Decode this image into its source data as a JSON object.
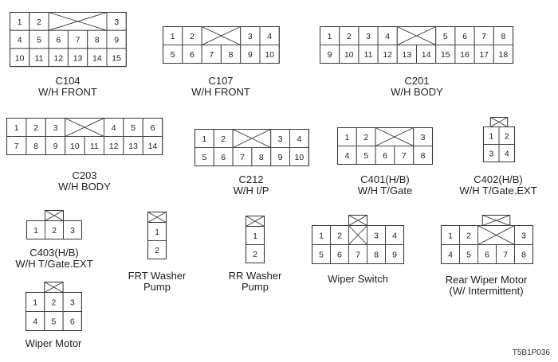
{
  "figure_code": "T5B1P036",
  "connectors": [
    {
      "id": "C104",
      "label_line1": "C104",
      "label_line2": "W/H FRONT",
      "cols": 6,
      "rows": 3,
      "top_lock": false,
      "cells": [
        {
          "r": 0,
          "c": 0,
          "t": "1"
        },
        {
          "r": 0,
          "c": 1,
          "t": "2"
        },
        {
          "r": 0,
          "c": 2,
          "w": 3,
          "x": true
        },
        {
          "r": 0,
          "c": 5,
          "t": "3"
        },
        {
          "r": 1,
          "c": 0,
          "t": "4"
        },
        {
          "r": 1,
          "c": 1,
          "t": "5"
        },
        {
          "r": 1,
          "c": 2,
          "t": "6"
        },
        {
          "r": 1,
          "c": 3,
          "t": "7"
        },
        {
          "r": 1,
          "c": 4,
          "t": "8"
        },
        {
          "r": 1,
          "c": 5,
          "t": "9"
        },
        {
          "r": 2,
          "c": 0,
          "t": "10"
        },
        {
          "r": 2,
          "c": 1,
          "t": "11"
        },
        {
          "r": 2,
          "c": 2,
          "t": "12"
        },
        {
          "r": 2,
          "c": 3,
          "t": "13"
        },
        {
          "r": 2,
          "c": 4,
          "t": "14"
        },
        {
          "r": 2,
          "c": 5,
          "t": "15"
        }
      ]
    },
    {
      "id": "C107",
      "label_line1": "C107",
      "label_line2": "W/H FRONT",
      "cols": 6,
      "rows": 2,
      "top_lock": false,
      "cells": [
        {
          "r": 0,
          "c": 0,
          "t": "1"
        },
        {
          "r": 0,
          "c": 1,
          "t": "2"
        },
        {
          "r": 0,
          "c": 2,
          "w": 2,
          "x": true
        },
        {
          "r": 0,
          "c": 4,
          "t": "3"
        },
        {
          "r": 0,
          "c": 5,
          "t": "4"
        },
        {
          "r": 1,
          "c": 0,
          "t": "5"
        },
        {
          "r": 1,
          "c": 1,
          "t": "6"
        },
        {
          "r": 1,
          "c": 2,
          "t": "7"
        },
        {
          "r": 1,
          "c": 3,
          "t": "8"
        },
        {
          "r": 1,
          "c": 4,
          "t": "9"
        },
        {
          "r": 1,
          "c": 5,
          "t": "10"
        }
      ]
    },
    {
      "id": "C201",
      "label_line1": "C201",
      "label_line2": "W/H BODY",
      "cols": 10,
      "rows": 2,
      "top_lock": false,
      "cells": [
        {
          "r": 0,
          "c": 0,
          "t": "1"
        },
        {
          "r": 0,
          "c": 1,
          "t": "2"
        },
        {
          "r": 0,
          "c": 2,
          "t": "3"
        },
        {
          "r": 0,
          "c": 3,
          "t": "4"
        },
        {
          "r": 0,
          "c": 4,
          "w": 2,
          "x": true
        },
        {
          "r": 0,
          "c": 6,
          "t": "5"
        },
        {
          "r": 0,
          "c": 7,
          "t": "6"
        },
        {
          "r": 0,
          "c": 8,
          "t": "7"
        },
        {
          "r": 0,
          "c": 9,
          "t": "8"
        },
        {
          "r": 1,
          "c": 0,
          "t": "9"
        },
        {
          "r": 1,
          "c": 1,
          "t": "10"
        },
        {
          "r": 1,
          "c": 2,
          "t": "11"
        },
        {
          "r": 1,
          "c": 3,
          "t": "12"
        },
        {
          "r": 1,
          "c": 4,
          "t": "13"
        },
        {
          "r": 1,
          "c": 5,
          "t": "14"
        },
        {
          "r": 1,
          "c": 6,
          "t": "15"
        },
        {
          "r": 1,
          "c": 7,
          "t": "16"
        },
        {
          "r": 1,
          "c": 8,
          "t": "17"
        },
        {
          "r": 1,
          "c": 9,
          "t": "18"
        }
      ]
    },
    {
      "id": "C203",
      "label_line1": "C203",
      "label_line2": "W/H BODY",
      "cols": 8,
      "rows": 2,
      "top_lock": false,
      "cells": [
        {
          "r": 0,
          "c": 0,
          "t": "1"
        },
        {
          "r": 0,
          "c": 1,
          "t": "2"
        },
        {
          "r": 0,
          "c": 2,
          "t": "3"
        },
        {
          "r": 0,
          "c": 3,
          "w": 2,
          "x": true
        },
        {
          "r": 0,
          "c": 5,
          "t": "4"
        },
        {
          "r": 0,
          "c": 6,
          "t": "5"
        },
        {
          "r": 0,
          "c": 7,
          "t": "6"
        },
        {
          "r": 1,
          "c": 0,
          "t": "7"
        },
        {
          "r": 1,
          "c": 1,
          "t": "8"
        },
        {
          "r": 1,
          "c": 2,
          "t": "9"
        },
        {
          "r": 1,
          "c": 3,
          "t": "10"
        },
        {
          "r": 1,
          "c": 4,
          "t": "11"
        },
        {
          "r": 1,
          "c": 5,
          "t": "12"
        },
        {
          "r": 1,
          "c": 6,
          "t": "13"
        },
        {
          "r": 1,
          "c": 7,
          "t": "14"
        }
      ]
    },
    {
      "id": "C212",
      "label_line1": "C212",
      "label_line2": "W/H I/P",
      "cols": 6,
      "rows": 2,
      "top_lock": false,
      "cells": [
        {
          "r": 0,
          "c": 0,
          "t": "1"
        },
        {
          "r": 0,
          "c": 1,
          "t": "2"
        },
        {
          "r": 0,
          "c": 2,
          "w": 2,
          "x": true
        },
        {
          "r": 0,
          "c": 4,
          "t": "3"
        },
        {
          "r": 0,
          "c": 5,
          "t": "4"
        },
        {
          "r": 1,
          "c": 0,
          "t": "5"
        },
        {
          "r": 1,
          "c": 1,
          "t": "6"
        },
        {
          "r": 1,
          "c": 2,
          "t": "7"
        },
        {
          "r": 1,
          "c": 3,
          "t": "8"
        },
        {
          "r": 1,
          "c": 4,
          "t": "9"
        },
        {
          "r": 1,
          "c": 5,
          "t": "10"
        }
      ]
    },
    {
      "id": "C401",
      "label_line1": "C401(H/B)",
      "label_line2": "W/H T/Gate",
      "cols": 5,
      "rows": 2,
      "top_lock": false,
      "cells": [
        {
          "r": 0,
          "c": 0,
          "t": "1"
        },
        {
          "r": 0,
          "c": 1,
          "t": "2"
        },
        {
          "r": 0,
          "c": 2,
          "w": 2,
          "x": true
        },
        {
          "r": 0,
          "c": 4,
          "t": "3"
        },
        {
          "r": 1,
          "c": 0,
          "t": "4"
        },
        {
          "r": 1,
          "c": 1,
          "t": "5"
        },
        {
          "r": 1,
          "c": 2,
          "t": "6"
        },
        {
          "r": 1,
          "c": 3,
          "t": "7"
        },
        {
          "r": 1,
          "c": 4,
          "t": "8"
        }
      ]
    },
    {
      "id": "C402",
      "label_line1": "C402(H/B)",
      "label_line2": "W/H T/Gate.EXT",
      "cols": 2,
      "rows": 2,
      "top_lock": true,
      "lock_c": 0,
      "lock_w": 2,
      "cells": [
        {
          "r": 0,
          "c": 0,
          "t": "1"
        },
        {
          "r": 0,
          "c": 1,
          "t": "2"
        },
        {
          "r": 1,
          "c": 0,
          "t": "3"
        },
        {
          "r": 1,
          "c": 1,
          "t": "4"
        }
      ]
    },
    {
      "id": "C403",
      "label_line1": "C403(H/B)",
      "label_line2": "W/H T/Gate.EXT",
      "cols": 3,
      "rows": 1,
      "top_lock": true,
      "lock_c": 1,
      "lock_w": 1,
      "cells": [
        {
          "r": 0,
          "c": 0,
          "t": "1"
        },
        {
          "r": 0,
          "c": 1,
          "t": "2"
        },
        {
          "r": 0,
          "c": 2,
          "t": "3"
        }
      ]
    },
    {
      "id": "FRT-WASHER",
      "label_line1": "FRT Washer",
      "label_line2": "Pump",
      "cols": 1,
      "rows": 2,
      "top_lock": true,
      "lock_c": 0,
      "lock_w": 1,
      "cells": [
        {
          "r": 0,
          "c": 0,
          "t": "1"
        },
        {
          "r": 1,
          "c": 0,
          "t": "2"
        }
      ]
    },
    {
      "id": "RR-WASHER",
      "label_line1": "RR Washer",
      "label_line2": "Pump",
      "cols": 1,
      "rows": 2,
      "top_lock": true,
      "lock_c": 0,
      "lock_w": 1,
      "cells": [
        {
          "r": 0,
          "c": 0,
          "t": "1"
        },
        {
          "r": 1,
          "c": 0,
          "t": "2"
        }
      ]
    },
    {
      "id": "WIPER-SWITCH",
      "label_line1": "Wiper Switch",
      "label_line2": "",
      "cols": 5,
      "rows": 2,
      "top_lock": true,
      "lock_c": 2,
      "lock_w": 1,
      "cells": [
        {
          "r": 0,
          "c": 0,
          "t": "1"
        },
        {
          "r": 0,
          "c": 1,
          "t": "2"
        },
        {
          "r": 0,
          "c": 2,
          "x": true
        },
        {
          "r": 0,
          "c": 3,
          "t": "3"
        },
        {
          "r": 0,
          "c": 4,
          "t": "4"
        },
        {
          "r": 1,
          "c": 0,
          "t": "5"
        },
        {
          "r": 1,
          "c": 1,
          "t": "6"
        },
        {
          "r": 1,
          "c": 2,
          "t": "7"
        },
        {
          "r": 1,
          "c": 3,
          "t": "8"
        },
        {
          "r": 1,
          "c": 4,
          "t": "9"
        }
      ]
    },
    {
      "id": "REAR-WIPER-MOTOR",
      "label_line1": "Rear Wiper Motor",
      "label_line2": "(W/ Intermittent)",
      "cols": 5,
      "rows": 2,
      "top_lock": true,
      "lock_c": 2,
      "lock_w": 2,
      "cells": [
        {
          "r": 0,
          "c": 0,
          "t": "1"
        },
        {
          "r": 0,
          "c": 1,
          "t": "2"
        },
        {
          "r": 0,
          "c": 2,
          "w": 2,
          "x": true
        },
        {
          "r": 0,
          "c": 4,
          "t": "3"
        },
        {
          "r": 1,
          "c": 0,
          "t": "4"
        },
        {
          "r": 1,
          "c": 1,
          "t": "5"
        },
        {
          "r": 1,
          "c": 2,
          "t": "6"
        },
        {
          "r": 1,
          "c": 3,
          "t": "7"
        },
        {
          "r": 1,
          "c": 4,
          "t": "8"
        }
      ]
    },
    {
      "id": "WIPER-MOTOR",
      "label_line1": "Wiper Motor",
      "label_line2": "",
      "cols": 3,
      "rows": 2,
      "top_lock": true,
      "lock_c": 1,
      "lock_w": 1,
      "cells": [
        {
          "r": 0,
          "c": 0,
          "t": "1"
        },
        {
          "r": 0,
          "c": 1,
          "t": "2"
        },
        {
          "r": 0,
          "c": 2,
          "t": "3"
        },
        {
          "r": 1,
          "c": 0,
          "t": "4"
        },
        {
          "r": 1,
          "c": 1,
          "t": "5"
        },
        {
          "r": 1,
          "c": 2,
          "t": "6"
        }
      ]
    }
  ]
}
